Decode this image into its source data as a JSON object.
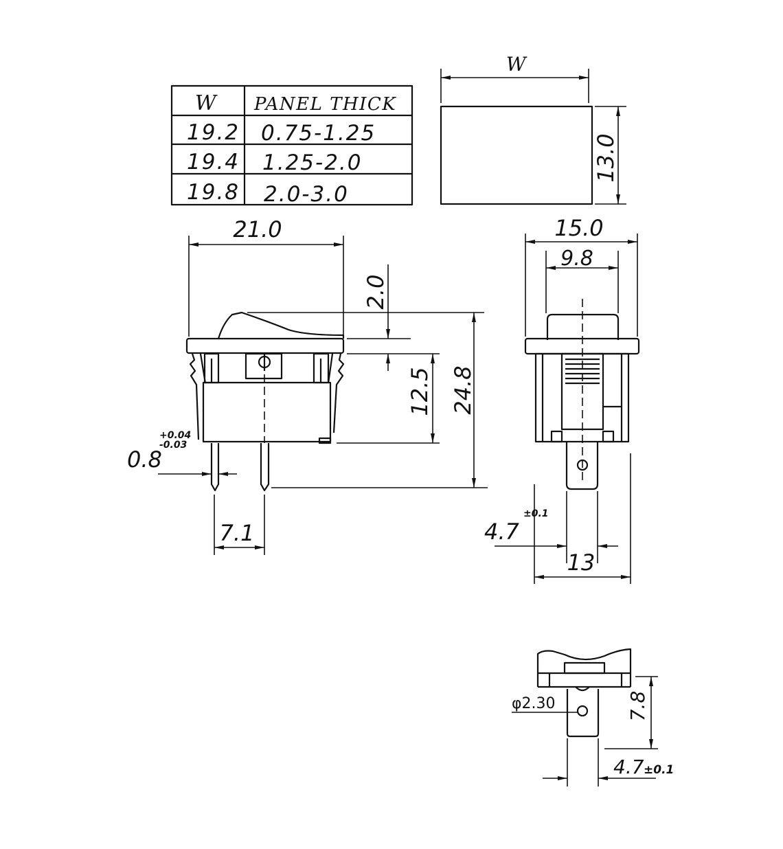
{
  "table": {
    "header_w": "W",
    "header_panel_thick": "PANEL THICK",
    "rows": [
      {
        "w": "19.2",
        "panel_thick": "0.75-1.25"
      },
      {
        "w": "19.4",
        "panel_thick": "1.25-2.0"
      },
      {
        "w": "19.8",
        "panel_thick": "2.0-3.0"
      }
    ]
  },
  "cutout": {
    "width_label": "W",
    "height_label": "13.0"
  },
  "side_view": {
    "width": "21.0",
    "rocker_height": "2.0",
    "body_height": "12.5",
    "total_height": "24.8",
    "pin_thickness": "0.8",
    "pin_tol_plus": "+0.04",
    "pin_tol_minus": "-0.03",
    "pin_spacing": "7.1"
  },
  "front_view": {
    "flange_width": "15.0",
    "actuator_width": "9.8",
    "terminal_width": "4.7",
    "terminal_tol": "±0.1",
    "body_width": "13"
  },
  "bottom_view": {
    "hole_diameter": "φ2.30",
    "terminal_length": "7.8",
    "terminal_width": "4.7",
    "terminal_tol": "±0.1"
  }
}
